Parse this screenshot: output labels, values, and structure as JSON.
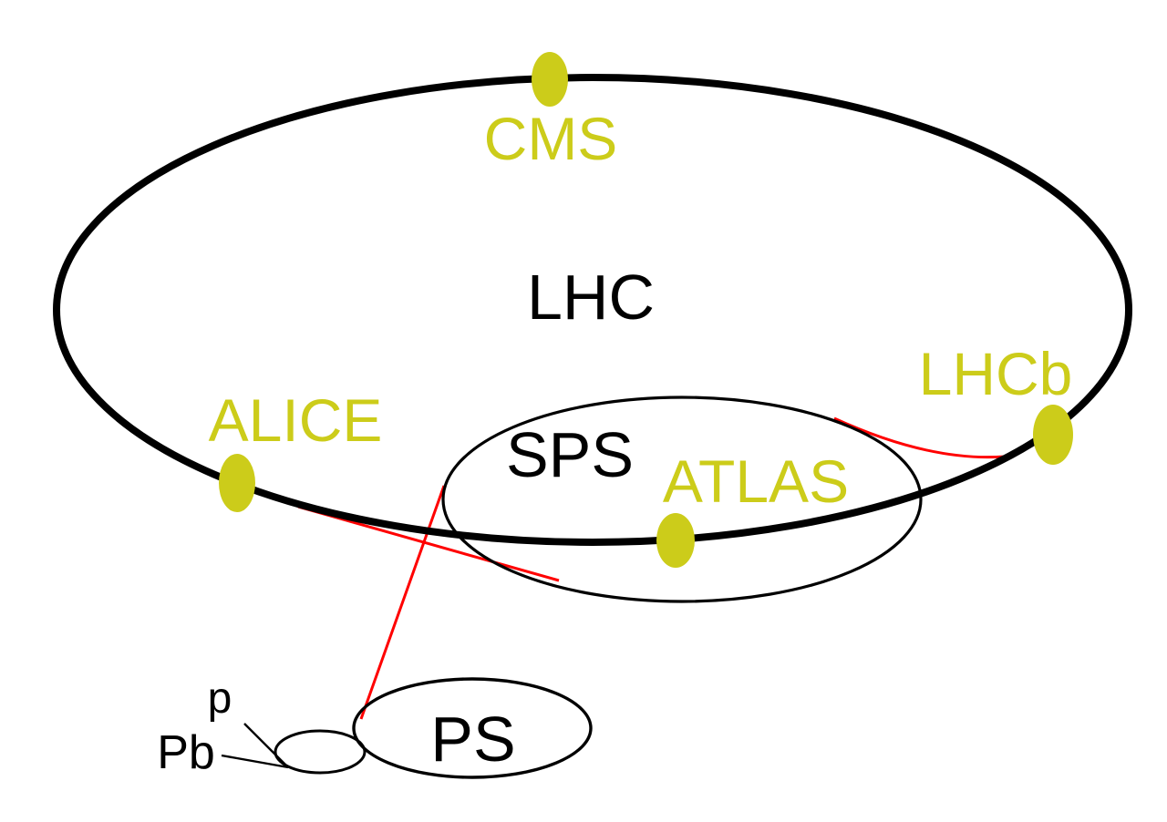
{
  "colors": {
    "background": "#ffffff",
    "outline_black": "#000000",
    "detector_yellow": "#cccc1a",
    "transfer_red": "#ff0000"
  },
  "accelerators": {
    "lhc": {
      "label": "LHC"
    },
    "sps": {
      "label": "SPS"
    },
    "ps": {
      "label": "PS"
    }
  },
  "detectors": {
    "cms": {
      "label": "CMS"
    },
    "alice": {
      "label": "ALICE"
    },
    "atlas": {
      "label": "ATLAS"
    },
    "lhcb": {
      "label": "LHCb"
    }
  },
  "beam_sources": {
    "proton": {
      "label": "p"
    },
    "lead": {
      "label": "Pb"
    }
  }
}
